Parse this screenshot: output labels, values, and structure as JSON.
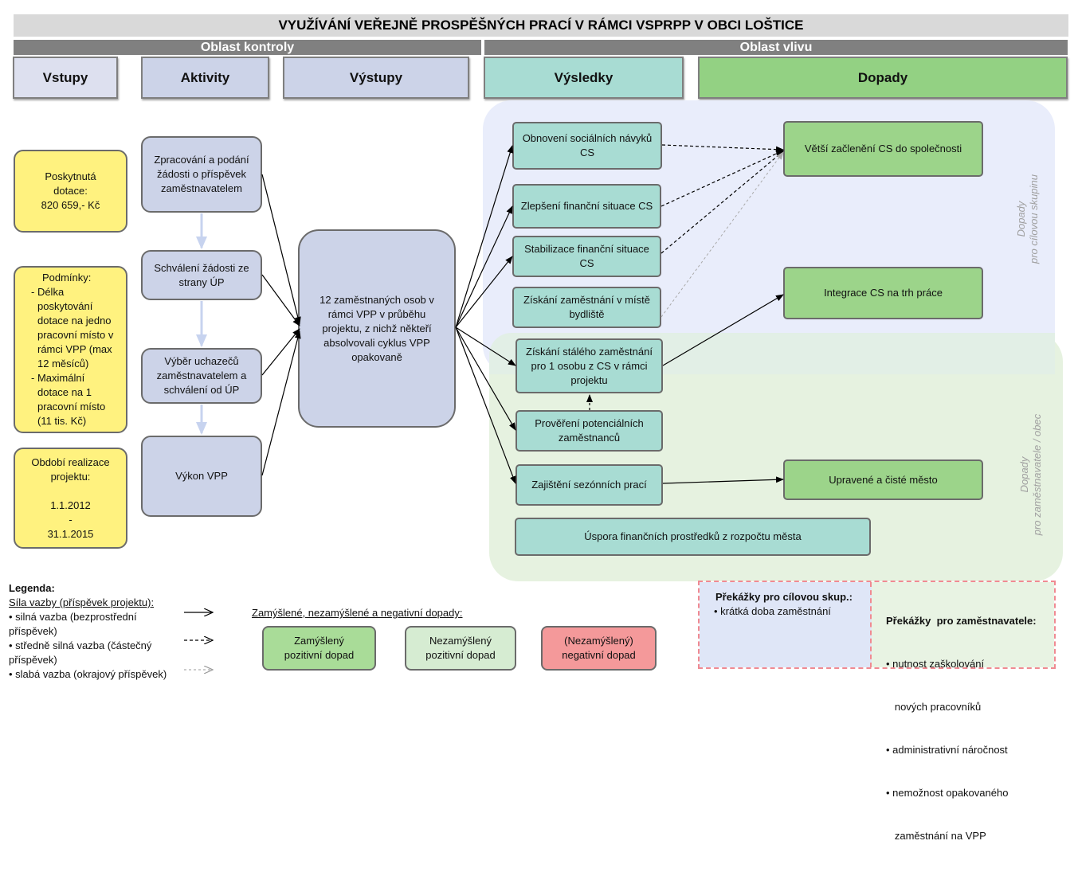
{
  "title": "VYUŽÍVÁNÍ VEŘEJNĚ PROSPĚŠNÝCH PRACÍ V RÁMCI VSPRPP V OBCI LOŠTICE",
  "sections": {
    "control": "Oblast kontroly",
    "influence": "Oblast vlivu"
  },
  "columns": {
    "inputs": "Vstupy",
    "activities": "Aktivity",
    "outputs": "Výstupy",
    "results": "Výsledky",
    "impacts": "Dopady"
  },
  "inputs": {
    "subsidy": [
      "Poskytnutá",
      "dotace:",
      "820 659,-  Kč"
    ],
    "conditions": [
      "Podmínky:",
      "- Délka",
      "poskytování",
      "dotace na jedno",
      "pracovní místo v",
      "rámci VPP (max",
      "12 měsíců)",
      "- Maximální",
      "dotace na 1",
      "pracovní místo",
      "(11 tis. Kč)"
    ],
    "period": [
      "Období realizace",
      "projektu:",
      "",
      "1.1.2012",
      "-",
      "31.1.2015"
    ]
  },
  "activities": {
    "a1": "Zpracování a podání žádosti o příspěvek zaměstnavatelem",
    "a2": "Schválení žádosti ze strany ÚP",
    "a3": "Výběr uchazečů zaměstnavatelem a schválení od ÚP",
    "a4": "Výkon VPP"
  },
  "output": "12 zaměstnaných osob v rámci VPP v průběhu projektu, z nichž někteří absolvovali cyklus VPP opakovaně",
  "results": {
    "r1": "Obnovení sociálních návyků CS",
    "r2": "Zlepšení finanční situace CS",
    "r3": "Stabilizace finanční situace CS",
    "r4": "Získání zaměstnání v místě bydliště",
    "r5": "Získání stálého zaměstnání pro 1 osobu z CS v rámci projektu",
    "r6": "Prověření potenciálních zaměstnanců",
    "r7": "Zajištění sezónních prací",
    "r8": "Úspora finančních prostředků z rozpočtu města"
  },
  "impacts": {
    "i1": "Větší začlenění CS do společnosti",
    "i2": "Integrace CS na trh práce",
    "i3": "Upravené a čisté město"
  },
  "side_labels": {
    "group": [
      "Dopady",
      "pro cílovou skupinu"
    ],
    "community": [
      "Dopady",
      "pro zaměstnavatele / obec"
    ]
  },
  "legend": {
    "title": "Legenda:",
    "subtitle": "Síla vazby (příspěvek projektu):",
    "strong": [
      "• silná vazba (bezprostřední",
      "příspěvek)"
    ],
    "medium": [
      "• středně silná vazba (částečný",
      "příspěvek)"
    ],
    "weak": "• slabá vazba (okrajový příspěvek)",
    "impacts_title": "Zamýšlené, nezamýšlené a negativní dopady:",
    "intended": [
      "Zamýšlený",
      "pozitivní dopad"
    ],
    "unintended": [
      "Nezamýšlený",
      "pozitivní dopad"
    ],
    "negative": [
      "(Nezamýšlený)",
      "negativní dopad"
    ]
  },
  "obstacles": {
    "group_title": "Překážky  pro cílovou skup.:",
    "group_items": [
      "• krátká doba zaměstnání"
    ],
    "employer_title": "Překážky  pro zaměstnavatele:",
    "employer_items": [
      "• nutnost zaškolování",
      "   nových pracovníků",
      "• administrativní náročnost",
      "• nemožnost opakovaného",
      "   zaměstnání na VPP"
    ]
  },
  "colors": {
    "yellow": "#fff27f",
    "lavender": "#ccd3e8",
    "teal": "#a8dcd3",
    "green": "#9cd48a",
    "light_green": "#d6ecd2",
    "red": "#f4999a",
    "blue_zone": "#e9edfb",
    "green_zone": "#e6f2e0"
  }
}
